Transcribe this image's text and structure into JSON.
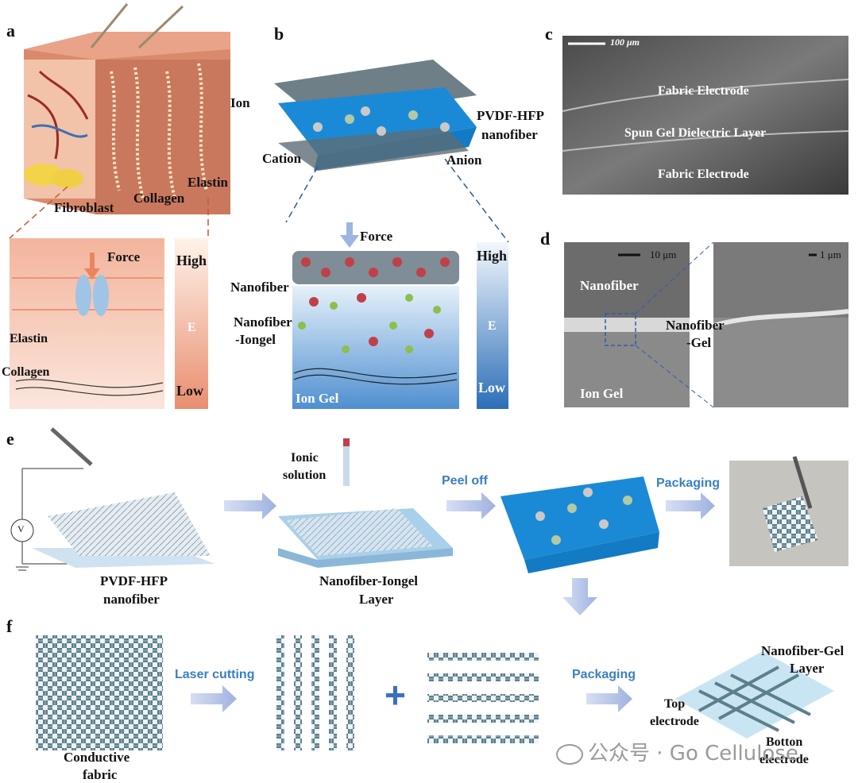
{
  "panels": {
    "a": "a",
    "b": "b",
    "c": "c",
    "d": "d",
    "e": "e",
    "f": "f"
  },
  "panel_a": {
    "ion": "Ion",
    "elastin": "Elastin",
    "collagen": "Collagen",
    "fibroblast": "Fibroblast",
    "force": "Force",
    "high": "High",
    "e": "E",
    "low": "Low",
    "elastin2": "Elastin",
    "collagen2": "Collagen"
  },
  "panel_b": {
    "pvdf": "PVDF-HFP",
    "nanofiber": "nanofiber",
    "cation": "Cation",
    "anion": "Anion",
    "force": "Force",
    "high": "High",
    "e": "E",
    "low": "Low",
    "nanofiber_layer": "Nanofiber",
    "nanofiber_iongel_1": "Nanofiber",
    "nanofiber_iongel_2": "-Iongel",
    "ion_gel": "Ion Gel"
  },
  "panel_c": {
    "scale": "100 μm",
    "top_electrode": "Fabric Electrode",
    "dielectric": "Spun Gel Dielectric Layer",
    "bottom_electrode": "Fabric Electrode"
  },
  "panel_d": {
    "scale_left": "10 μm",
    "scale_right": "1 μm",
    "nanofiber": "Nanofiber",
    "ion_gel": "Ion Gel",
    "nanofiber_gel_1": "Nanofiber",
    "nanofiber_gel_2": "-Gel"
  },
  "panel_e": {
    "ionic_1": "Ionic",
    "ionic_2": "solution",
    "peel_off": "Peel off",
    "packaging": "Packaging",
    "pvdf_1": "PVDF-HFP",
    "pvdf_2": "nanofiber",
    "layer_1": "Nanofiber-Iongel",
    "layer_2": "Layer",
    "voltmeter": "V"
  },
  "panel_f": {
    "laser": "Laser cutting",
    "packaging": "Packaging",
    "fabric_1": "Conductive",
    "fabric_2": "fabric",
    "gel_1": "Nanofiber-Gel",
    "gel_2": "Layer",
    "top_1": "Top",
    "top_2": "electrode",
    "bot_1": "Botton",
    "bot_2": "electrode",
    "plus": "+"
  },
  "watermark": "公众号 · Go Cellulose",
  "colors": {
    "accent": "#3a7fc1",
    "skin": "#c97a5e",
    "gel": "#2f9fe0",
    "arrow": "#a9b8e0"
  }
}
